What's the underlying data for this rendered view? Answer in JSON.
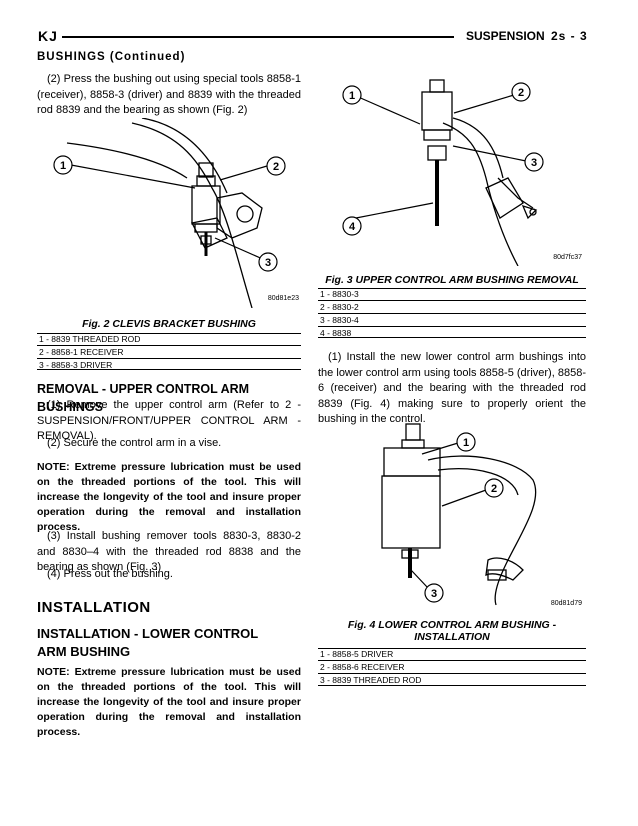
{
  "header": {
    "left": "KJ",
    "right": "SUSPENSION",
    "page": "2s - 3"
  },
  "section_continued": "BUSHINGS (Continued)",
  "left_column": {
    "para_press": "(2) Press the bushing out using special tools 8858-1 (receiver), 8858-3 (driver) and 8839 with the threaded rod 8839 and the bearing as shown (Fig. 2)",
    "fig2": {
      "callouts": [
        "1",
        "2",
        "3"
      ],
      "code": "80d81e23",
      "caption": "Fig. 2 CLEVIS BRACKET BUSHING",
      "legend": [
        "1 - 8839 THREADED ROD",
        "2 - 8858-1 RECEIVER",
        "3 - 8858-3 DRIVER"
      ]
    },
    "removal_heading": "REMOVAL - UPPER CONTROL ARM BUSHINGS",
    "removal_p1": "(1) Remove the upper control arm (Refer to 2 - SUSPENSION/FRONT/UPPER CONTROL ARM - REMOVAL).",
    "removal_p2": "(2) Secure the control arm in a vise.",
    "note1": "NOTE: Extreme pressure lubrication must be used on the threaded portions of the tool. This will increase the longevity of the tool and insure proper operation during the removal and installation process.",
    "removal_p3": "(3) Install bushing remover tools 8830-3, 8830-2 and 8830–4 with the threaded rod 8838 and the bearing as shown (Fig. 3)",
    "removal_p4": "(4) Press out the bushing.",
    "installation_heading": "INSTALLATION",
    "install_lower_heading": "INSTALLATION - LOWER CONTROL ARM BUSHING",
    "note2": "NOTE: Extreme pressure lubrication must be used on the threaded portions of the tool. This will increase the longevity of the tool and insure proper operation during the removal and installation process."
  },
  "right_column": {
    "fig3": {
      "callouts": [
        "1",
        "2",
        "3",
        "4"
      ],
      "code": "80d7fc37",
      "caption": "Fig. 3 UPPER CONTROL ARM BUSHING REMOVAL",
      "legend": [
        "1 - 8830-3",
        "2 - 8830-2",
        "3 - 8830-4",
        "4 - 8838"
      ]
    },
    "install_p1": "(1) Install the new lower control arm bushings into the lower control arm using tools 8858-5 (driver), 8858-6 (receiver) and the bearing with the threaded rod 8839 (Fig. 4) making sure to properly orient the bushing in the control.",
    "fig4": {
      "callouts": [
        "1",
        "2",
        "3"
      ],
      "code": "80d81d79",
      "caption": "Fig. 4 LOWER CONTROL ARM BUSHING - INSTALLATION",
      "legend": [
        "1 - 8858-5 DRIVER",
        "2 - 8858-6 RECEIVER",
        "3 - 8839 THREADED ROD"
      ]
    }
  }
}
